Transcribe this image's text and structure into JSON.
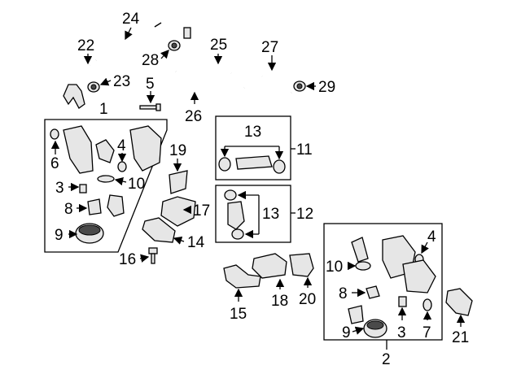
{
  "diagram": {
    "callouts": {
      "c1": "1",
      "c2": "2",
      "c3a": "3",
      "c3b": "3",
      "c4a": "4",
      "c4b": "4",
      "c5": "5",
      "c6": "6",
      "c7": "7",
      "c8a": "8",
      "c8b": "8",
      "c9a": "9",
      "c9b": "9",
      "c10a": "10",
      "c10b": "10",
      "c11": "11",
      "c12": "12",
      "c13a": "13",
      "c13b": "13",
      "c14": "14",
      "c15": "15",
      "c16": "16",
      "c17": "17",
      "c18": "18",
      "c19": "19",
      "c20": "20",
      "c21": "21",
      "c22": "22",
      "c23": "23",
      "c24": "24",
      "c25": "25",
      "c26": "26",
      "c27": "27",
      "c28": "28",
      "c29": "29"
    }
  }
}
